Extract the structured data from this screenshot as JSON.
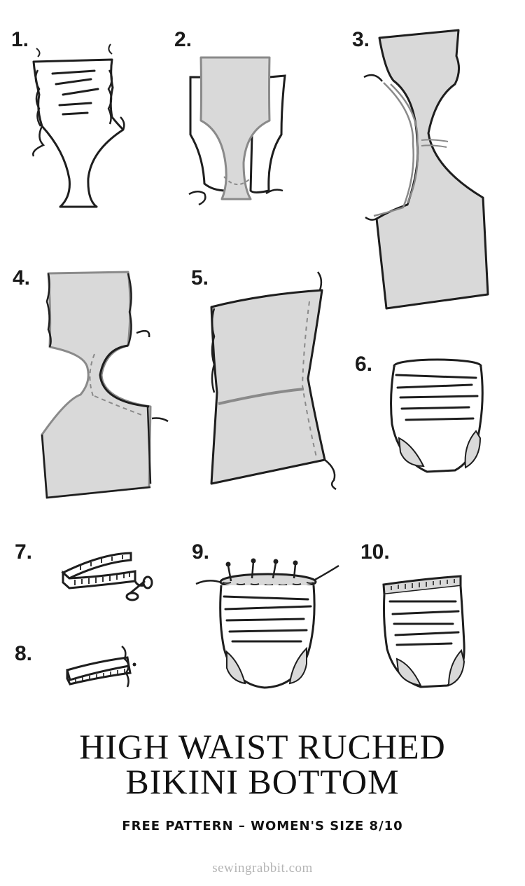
{
  "steps": [
    {
      "number": "1.",
      "icon": "ruched-front-piece-sketch"
    },
    {
      "number": "2.",
      "icon": "lining-piece-sketch"
    },
    {
      "number": "3.",
      "icon": "joined-front-back-piece-sketch"
    },
    {
      "number": "4.",
      "icon": "leg-openings-sewn-sketch"
    },
    {
      "number": "5.",
      "icon": "side-seam-sketch"
    },
    {
      "number": "6.",
      "icon": "assembled-bottom-sketch"
    },
    {
      "number": "7.",
      "icon": "measure-elastic-sketch"
    },
    {
      "number": "8.",
      "icon": "elastic-loop-sketch"
    },
    {
      "number": "9.",
      "icon": "pin-waistband-sketch"
    },
    {
      "number": "10.",
      "icon": "finished-bottom-sketch"
    }
  ],
  "title": {
    "line1": "HIGH WAIST RUCHED",
    "line2": "BIKINI BOTTOM"
  },
  "subtitle": "FREE PATTERN – WOMEN'S SIZE 8/10",
  "website": "sewingrabbit.com",
  "colors": {
    "fabric_fill": "#d9d9d9",
    "outline": "#1e1e1e",
    "seam": "#8a8a8a",
    "website_text": "#b5b5b5"
  }
}
